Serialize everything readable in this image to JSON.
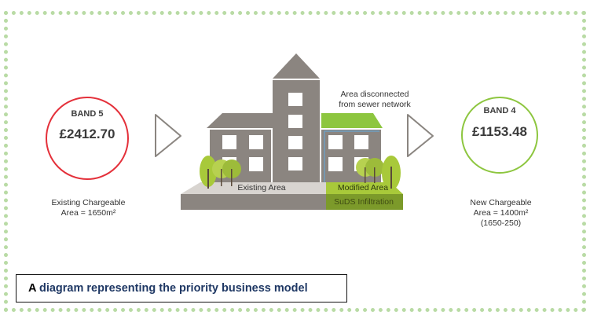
{
  "colors": {
    "frame_dots": "#b9dba5",
    "current_circle": "#e4303a",
    "new_circle": "#8dc63f",
    "building_grey": "#8b8580",
    "green_roof": "#8dc63f",
    "title_blue": "#1f3864"
  },
  "current": {
    "band": "BAND 5",
    "amount": "£2412.70",
    "caption_line1": "Existing Chargeable",
    "caption_line2": "Area = 1650m²"
  },
  "new": {
    "band": "BAND 4",
    "amount": "£1153.48",
    "caption_line1": "New Chargeable",
    "caption_line2": "Area = 1400m²",
    "caption_line3": "(1650-250)"
  },
  "building": {
    "disconnected_line1": "Area disconnected",
    "disconnected_line2": "from sewer network",
    "existing_area": "Existing Area",
    "modified_area": "Modified Area",
    "suds": "SuDS Infiltration"
  },
  "title": {
    "first": "A",
    "rest": " diagram representing the priority business model"
  },
  "icons": {
    "arrow_left": "chevron-right-outline",
    "arrow_right": "chevron-right-outline"
  }
}
